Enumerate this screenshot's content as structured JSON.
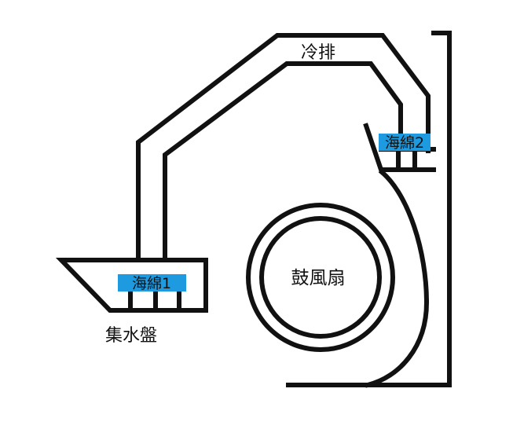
{
  "labels": {
    "cold_exhaust": "冷排",
    "sponge_1": "海綿1",
    "sponge_2": "海綿2",
    "drip_tray": "集水盤",
    "blower_fan": "鼓風扇"
  },
  "colors": {
    "line": "#111111",
    "sponge_highlight": "#1e9be0",
    "background": "#ffffff"
  }
}
